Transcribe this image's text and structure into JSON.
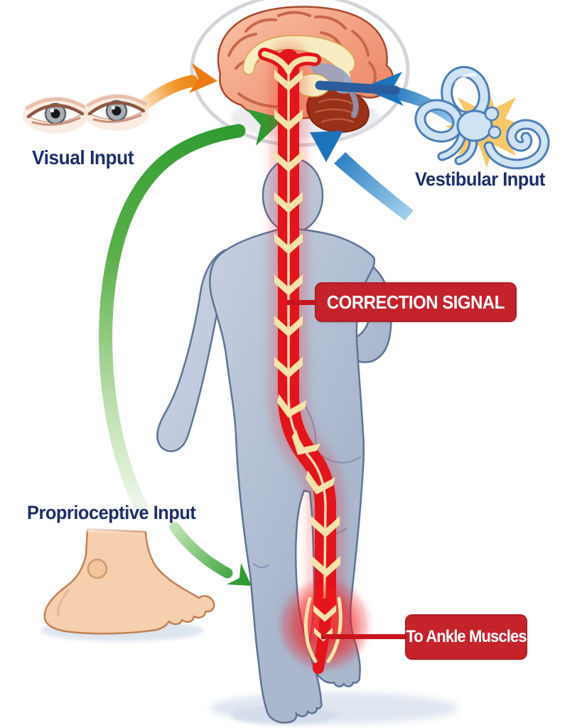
{
  "figure": {
    "type": "balance-control-medical-diagram",
    "labels": {
      "visual_input": "Visual Input",
      "vestibular_input": "Vestibular Input",
      "proprioceptive_input": "Proprioceptive Input"
    },
    "callouts": {
      "correction_signal": "CORRECTION SIGNAL",
      "to_ankle_muscles": "To Ankle Muscles"
    },
    "icons": {
      "eyes": "eyes-illustration",
      "brain": "brain-illustration",
      "vestibular_organ": "inner-ear-illustration",
      "foot": "foot-illustration",
      "body": "walking-body-silhouette",
      "signal_path": "correction-signal-path"
    },
    "colors": {
      "label_text": "#1d2d69",
      "callout_bg": "#c4232c",
      "callout_text": "#ffffff",
      "signal_red": "#e31118",
      "chevron_cream": "#f9e3a9",
      "visual_arrow_orange": "#ee7d15",
      "vestibular_arrow_blue": "#1d74bb",
      "proprioceptive_arrow_green": "#2f9b31",
      "body_fill": "#b9c4d8",
      "body_outline": "#5f7396",
      "brain_fill": "#f29a7f",
      "inner_ear_fill": "#cfe3f5",
      "star_yellow": "#f5c55f",
      "foot_skin": "#f6cfae"
    }
  }
}
